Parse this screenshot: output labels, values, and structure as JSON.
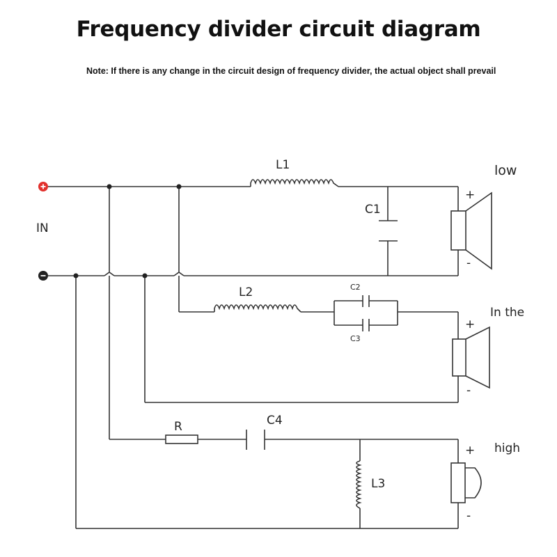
{
  "title": "Frequency divider circuit diagram",
  "note": "Note: If there is any change in the circuit design of frequency divider, the actual object shall prevail",
  "input": {
    "label": "IN",
    "plus": "+",
    "minus": "−"
  },
  "components": {
    "L1": "L1",
    "C1": "C1",
    "L2": "L2",
    "C2": "C2",
    "C3": "C3",
    "R": "R",
    "C4": "C4",
    "L3": "L3"
  },
  "speakers": [
    {
      "name": "low",
      "plus": "+",
      "minus": "-"
    },
    {
      "name": "In the",
      "plus": "+",
      "minus": "-"
    },
    {
      "name": "high",
      "plus": "+",
      "minus": "-"
    }
  ]
}
